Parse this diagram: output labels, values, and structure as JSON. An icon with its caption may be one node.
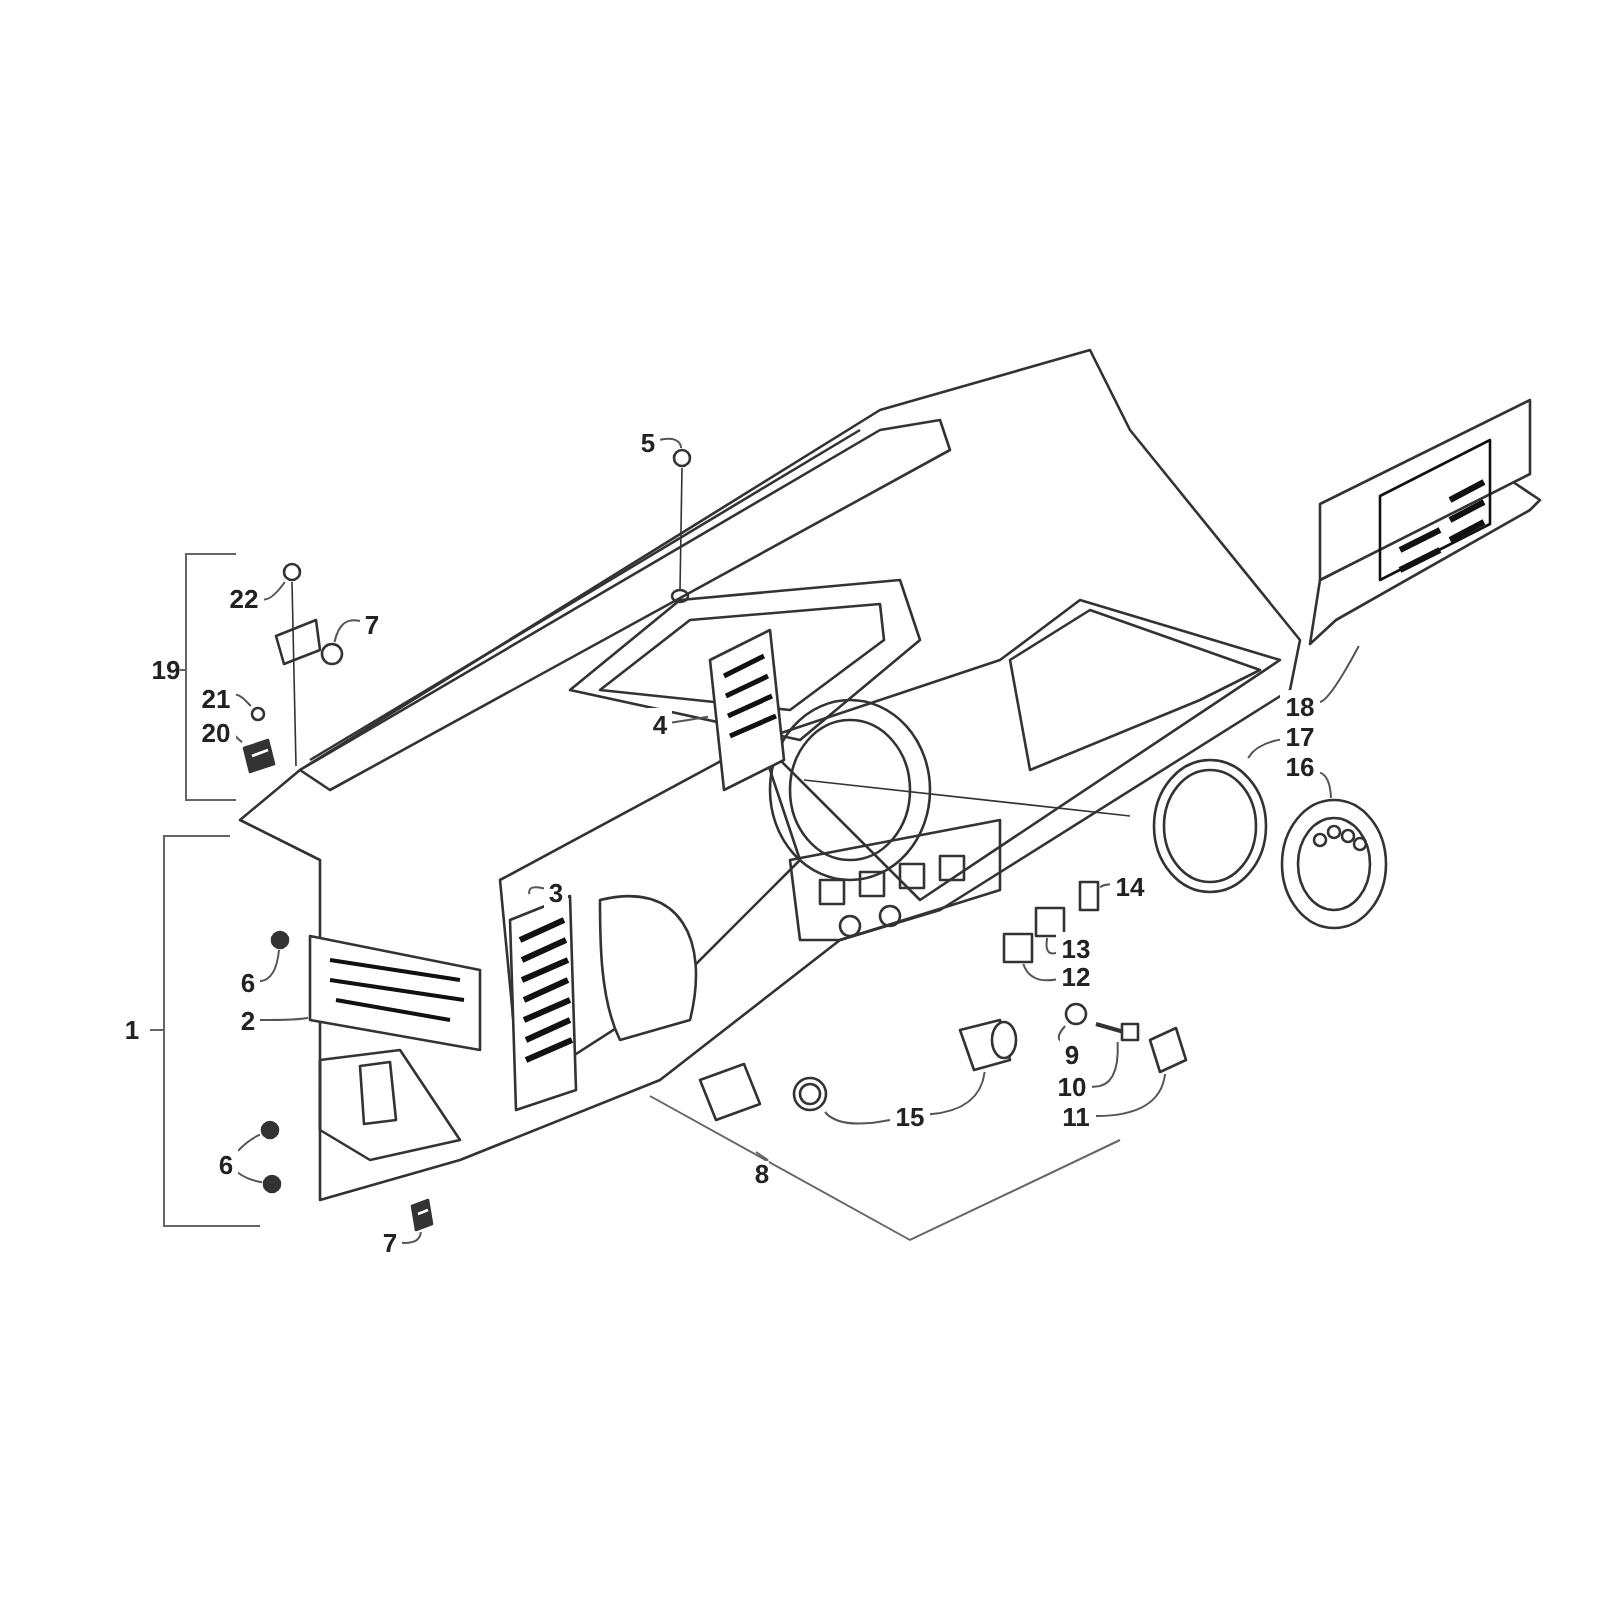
{
  "diagram": {
    "nodes": [
      {
        "text": [
          "22"
        ]
      },
      {
        "text": [
          "7"
        ]
      },
      {
        "text": [
          "21"
        ]
      },
      {
        "text": [
          "20"
        ]
      },
      {
        "text": [
          "5"
        ]
      },
      {
        "text": [
          "4"
        ]
      },
      {
        "text": [
          "3"
        ]
      },
      {
        "text": [
          "6"
        ]
      },
      {
        "text": [
          "2"
        ]
      },
      {
        "text": [
          "6"
        ]
      },
      {
        "text": [
          "7"
        ]
      },
      {
        "text": [
          "15"
        ]
      },
      {
        "text": [
          "14"
        ]
      },
      {
        "text": [
          "13"
        ]
      },
      {
        "text": [
          "12"
        ]
      },
      {
        "text": [
          "9"
        ]
      },
      {
        "text": [
          "10"
        ]
      },
      {
        "text": [
          "11"
        ]
      },
      {
        "text": [
          "18"
        ]
      },
      {
        "text": [
          "17"
        ]
      },
      {
        "text": [
          "16"
        ]
      },
      {
        "text": [],
        "shape": "circle"
      },
      {
        "text": [],
        "shape": "circle"
      },
      {
        "text": [],
        "shape": "circle"
      },
      {
        "text": [],
        "shape": "picture"
      },
      {
        "text": [],
        "shape": "circle"
      },
      {
        "text": [],
        "shape": "picture"
      },
      {
        "text": [],
        "shape": "picture"
      },
      {
        "text": [],
        "shape": "circle"
      },
      {
        "text": [],
        "shape": "picture"
      },
      {
        "text": [],
        "shape": "circle"
      },
      {
        "text": [],
        "shape": "circle"
      },
      {
        "text": [],
        "shape": "picture"
      },
      {
        "text": [],
        "shape": "picture"
      },
      {
        "text": [],
        "shape": "picture"
      },
      {
        "text": [],
        "shape": "box"
      },
      {
        "text": [],
        "shape": "box"
      },
      {
        "text": [],
        "shape": "box"
      },
      {
        "text": [],
        "shape": "circle"
      },
      {
        "text": [],
        "shape": "picture"
      },
      {
        "text": [],
        "shape": "picture"
      },
      {
        "text": [],
        "shape": "picture"
      },
      {
        "text": [],
        "shape": "picture"
      },
      {
        "text": [],
        "shape": "picture"
      }
    ],
    "edges": [
      {
        "from": 0,
        "to": 21,
        "arrow": "none"
      },
      {
        "from": 1,
        "to": 22,
        "arrow": "none"
      },
      {
        "from": 2,
        "to": 23,
        "arrow": "none"
      },
      {
        "from": 3,
        "to": 24,
        "arrow": "none"
      },
      {
        "from": 4,
        "to": 25,
        "arrow": "none"
      },
      {
        "from": 5,
        "to": 26,
        "arrow": "none"
      },
      {
        "from": 6,
        "to": 27,
        "arrow": "none"
      },
      {
        "from": 7,
        "to": 28,
        "arrow": "none"
      },
      {
        "from": 8,
        "to": 29,
        "arrow": "none"
      },
      {
        "from": 9,
        "to": 30,
        "arrow": "none"
      },
      {
        "from": 9,
        "to": 31,
        "arrow": "none"
      },
      {
        "from": 10,
        "to": 32,
        "arrow": "none"
      },
      {
        "from": 11,
        "to": 33,
        "arrow": "none"
      },
      {
        "from": 11,
        "to": 34,
        "arrow": "none"
      },
      {
        "from": 12,
        "to": 35,
        "arrow": "none"
      },
      {
        "from": 13,
        "to": 36,
        "arrow": "none"
      },
      {
        "from": 14,
        "to": 37,
        "arrow": "none"
      },
      {
        "from": 15,
        "to": 38,
        "arrow": "none"
      },
      {
        "from": 16,
        "to": 39,
        "arrow": "none"
      },
      {
        "from": 17,
        "to": 40,
        "arrow": "none"
      },
      {
        "from": 18,
        "to": 41,
        "arrow": "none"
      },
      {
        "from": 19,
        "to": 42,
        "arrow": "none"
      },
      {
        "from": 20,
        "to": 43,
        "arrow": "none"
      }
    ],
    "labels": [
      "19",
      "1",
      "8"
    ]
  }
}
